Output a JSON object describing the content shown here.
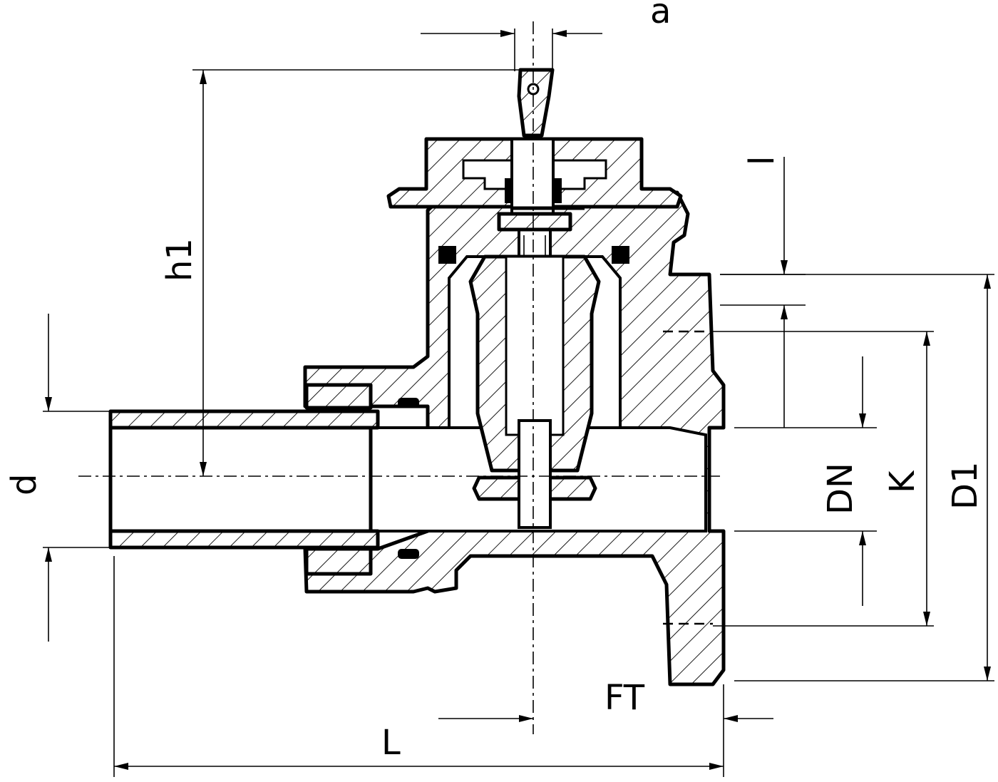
{
  "drawing": {
    "type": "technical cross-section drawing",
    "dimension_labels": {
      "a": "a",
      "h1": "h1",
      "l": "l",
      "d": "d",
      "dn": "DN",
      "k": "K",
      "d1": "D1",
      "ft": "FT",
      "L": "L"
    }
  }
}
